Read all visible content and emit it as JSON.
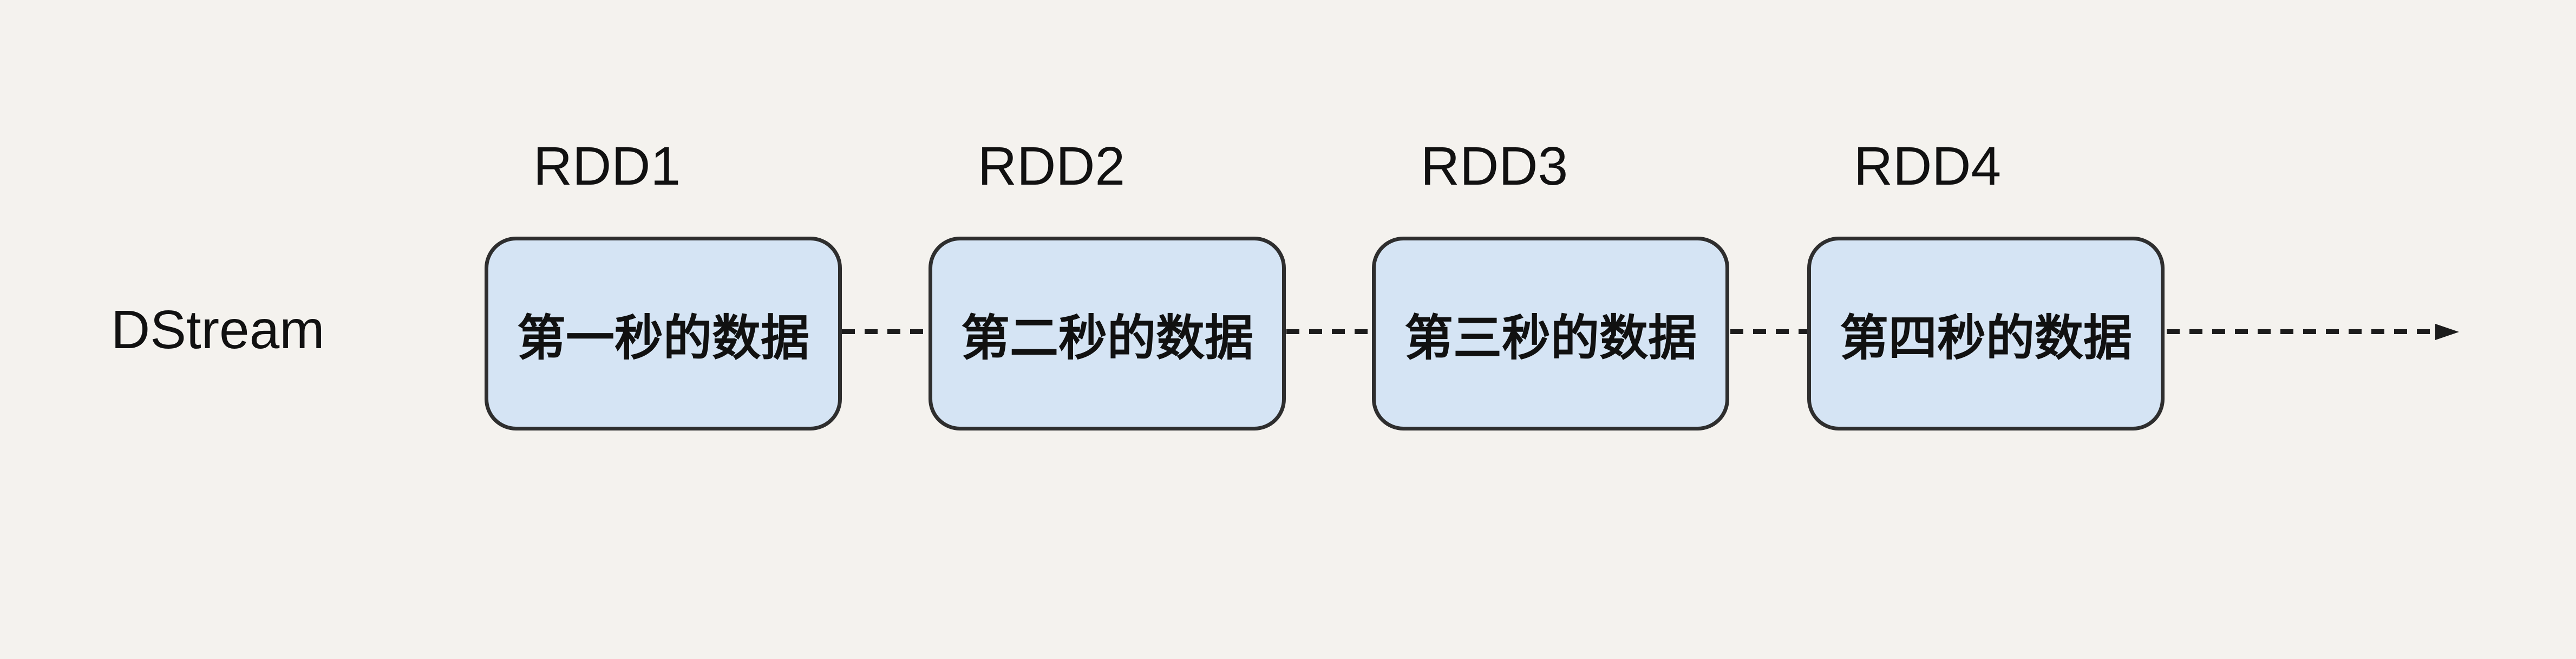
{
  "diagram": {
    "title": "DStream",
    "items": [
      {
        "rdd_label": "RDD1",
        "box_text": "第一秒的数据"
      },
      {
        "rdd_label": "RDD2",
        "box_text": "第二秒的数据"
      },
      {
        "rdd_label": "RDD3",
        "box_text": "第三秒的数据"
      },
      {
        "rdd_label": "RDD4",
        "box_text": "第四秒的数据"
      }
    ]
  },
  "colors": {
    "background": "#f4f2ee",
    "box-fill": "#d5e4f4",
    "box-border": "#2e2e2e",
    "line": "#1c1c1c",
    "text": "#111111"
  }
}
